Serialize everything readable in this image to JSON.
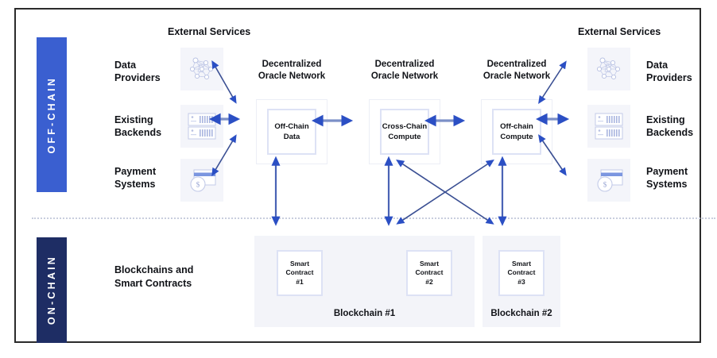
{
  "diagram": {
    "bands": {
      "offchain": "OFF-CHAIN",
      "onchain": "ON-CHAIN"
    },
    "headings": {
      "external_left": "External Services",
      "external_right": "External Services"
    },
    "onchain_description": "Blockchains and\nSmart Contracts",
    "external_services_left": [
      {
        "label": "Data\nProviders",
        "icon": "network-mesh-icon"
      },
      {
        "label": "Existing\nBackends",
        "icon": "server-rack-icon"
      },
      {
        "label": "Payment\nSystems",
        "icon": "credit-card-dollar-icon"
      }
    ],
    "external_services_right": [
      {
        "label": "Data\nProviders",
        "icon": "network-mesh-icon"
      },
      {
        "label": "Existing\nBackends",
        "icon": "server-rack-icon"
      },
      {
        "label": "Payment\nSystems",
        "icon": "credit-card-dollar-icon"
      }
    ],
    "oracle_networks": [
      {
        "title": "Decentralized\nOracle Network",
        "node": "Off-Chain\nData"
      },
      {
        "title": "Decentralized\nOracle Network",
        "node": "Cross-Chain\nCompute"
      },
      {
        "title": "Decentralized\nOracle Network",
        "node": "Off-chain\nCompute"
      }
    ],
    "blockchains": [
      {
        "name": "Blockchain #1",
        "contracts": [
          "Smart\nContract\n#1",
          "Smart\nContract\n#2"
        ]
      },
      {
        "name": "Blockchain #2",
        "contracts": [
          "Smart\nContract\n#3"
        ]
      }
    ],
    "colors": {
      "offchain_band": "#3a5fd0",
      "onchain_band": "#1e2d64",
      "arrow_thick": "#7b8fc7",
      "arrow_thin": "#3a4f93",
      "panel_bg": "#f3f4f9",
      "tile_bg": "#f4f5fa",
      "inner_border": "#dde2f5",
      "frame": "#2b2b2b",
      "divider": "#c9cede",
      "text": "#111318"
    }
  }
}
